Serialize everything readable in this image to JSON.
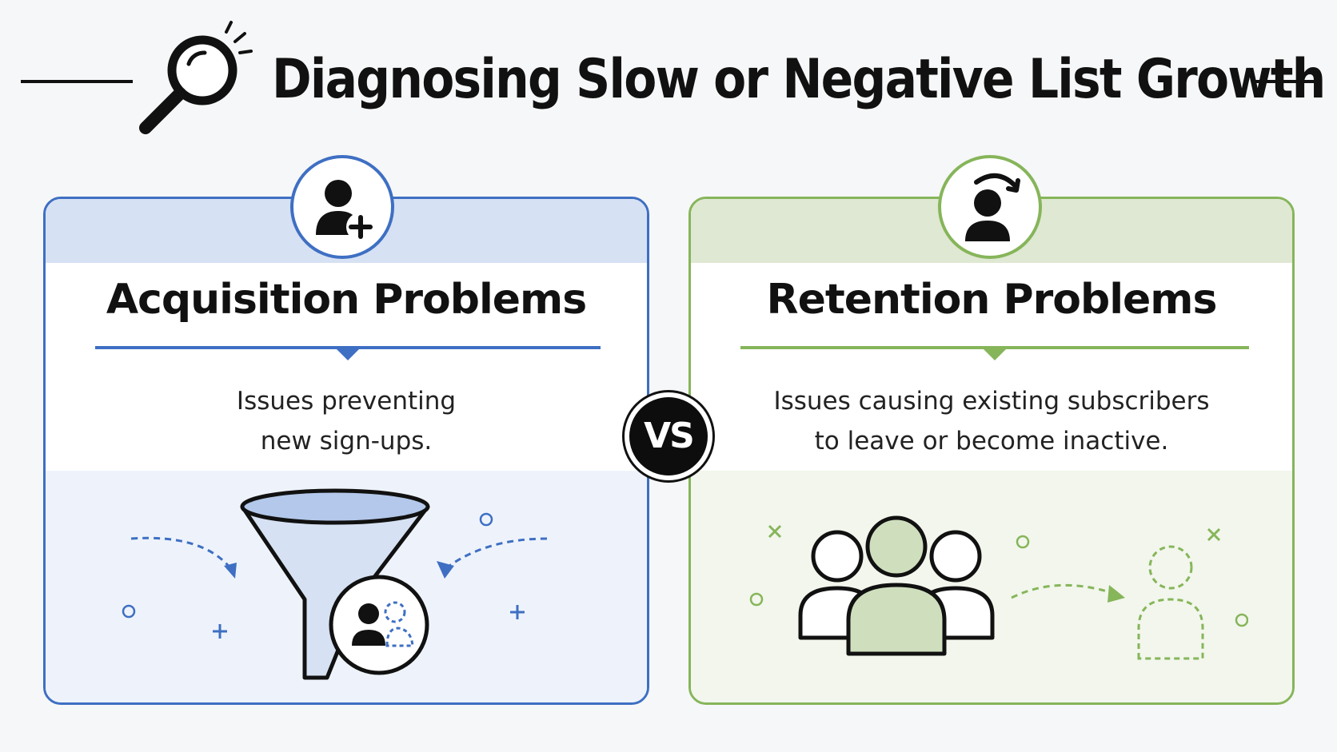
{
  "title": "Diagnosing Slow or Negative List Growth",
  "colors": {
    "blue": "#3e6fc3",
    "green": "#86b55a",
    "ink": "#111111"
  },
  "icons": {
    "title": "magnifying-glass-icon",
    "left_badge": "user-plus-icon",
    "right_badge": "user-refresh-icon",
    "left_illustration": "funnel-icon",
    "right_illustration": "user-group-icon"
  },
  "vs_label": "VS",
  "left": {
    "title": "Acquisition Problems",
    "desc_line1": "Issues preventing",
    "desc_line2": "new sign-ups."
  },
  "right": {
    "title": "Retention Problems",
    "desc_line1": "Issues causing existing subscribers",
    "desc_line2": "to leave or become inactive."
  }
}
